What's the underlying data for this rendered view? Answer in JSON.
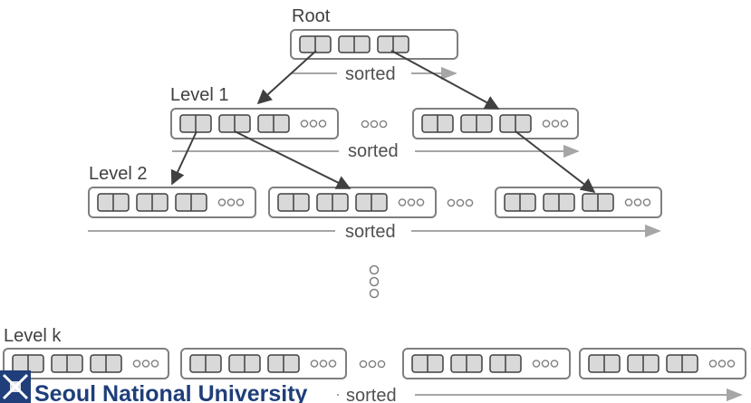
{
  "levels": {
    "root": "Root",
    "level1": "Level 1",
    "level2": "Level 2",
    "levelk": "Level k"
  },
  "sorted_label": "sorted",
  "logo": {
    "text": "Seoul National University"
  },
  "colors": {
    "node_border": "#7f7f7f",
    "key_fill": "#d9d9d9",
    "arrow": "#404040",
    "sorted_arrow": "#a6a6a6",
    "logo": "#1f3e7a"
  }
}
